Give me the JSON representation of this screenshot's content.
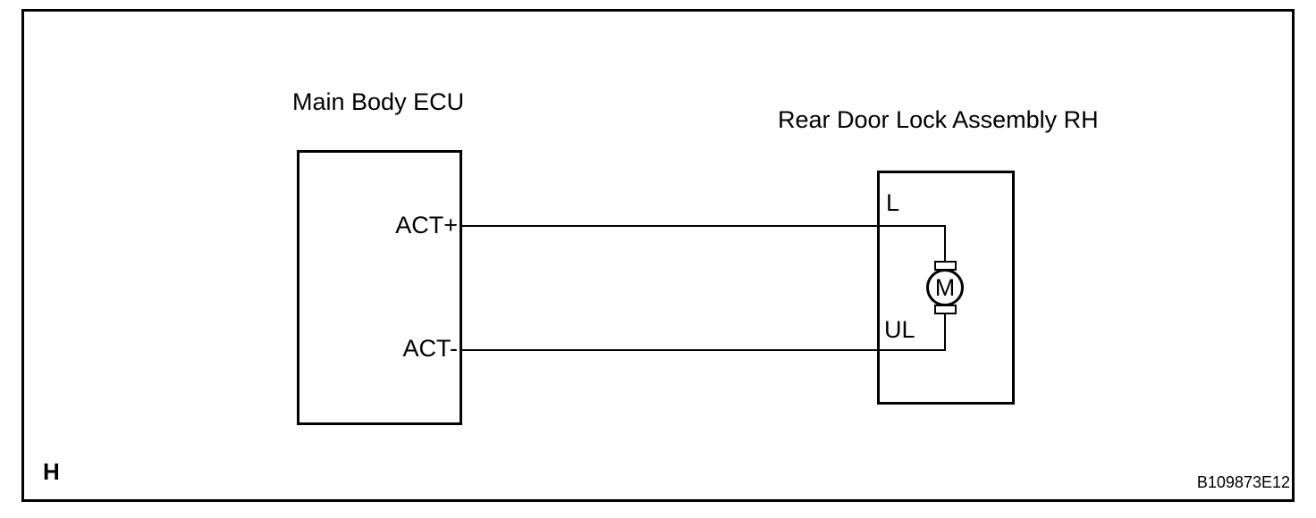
{
  "diagram": {
    "left_component": {
      "title": "Main Body ECU",
      "pins": {
        "act_plus": "ACT+",
        "act_minus": "ACT-"
      }
    },
    "right_component": {
      "title": "Rear Door Lock Assembly RH",
      "pins": {
        "lock": "L",
        "unlock": "UL"
      },
      "motor_label": "M"
    },
    "footer": {
      "page_marker": "H",
      "figure_code": "B109873E12"
    },
    "colors": {
      "line": "#000000",
      "background": "#ffffff"
    }
  }
}
